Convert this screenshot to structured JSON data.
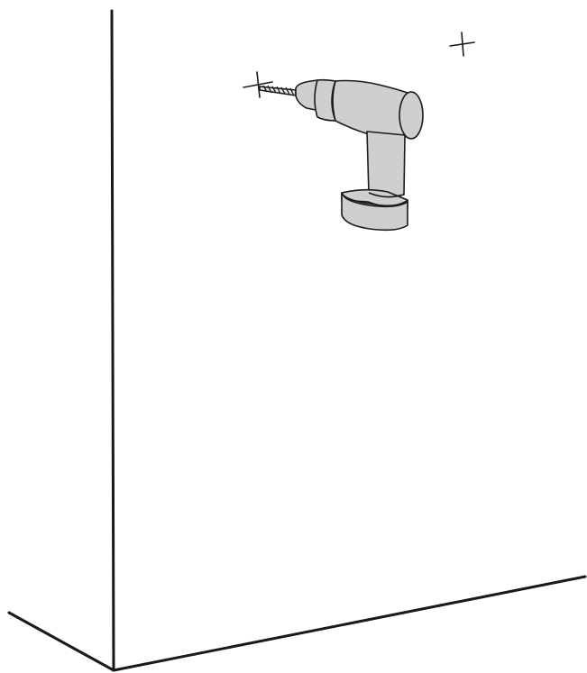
{
  "diagram": {
    "subject": "drill-hole-in-wall-instruction",
    "colors": {
      "line": "#1a1a1a",
      "drill_body": "#cfcfcf",
      "drill_shadow": "#bdbdbd",
      "background": "#ffffff"
    },
    "marks": {
      "count": 2,
      "type": "cross"
    },
    "icons": [
      "drill-icon",
      "crosshair-mark-icon"
    ]
  }
}
